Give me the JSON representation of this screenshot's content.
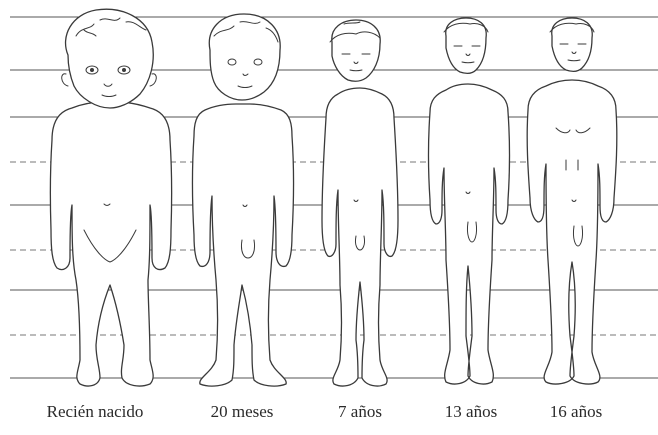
{
  "figures": [
    {
      "label": "Recién nacido"
    },
    {
      "label": "20 meses"
    },
    {
      "label": "7 años"
    },
    {
      "label": "13 años"
    },
    {
      "label": "16 años"
    }
  ],
  "colors": {
    "line": "#3a3a3a",
    "guide": "#555555",
    "background": "#ffffff"
  }
}
